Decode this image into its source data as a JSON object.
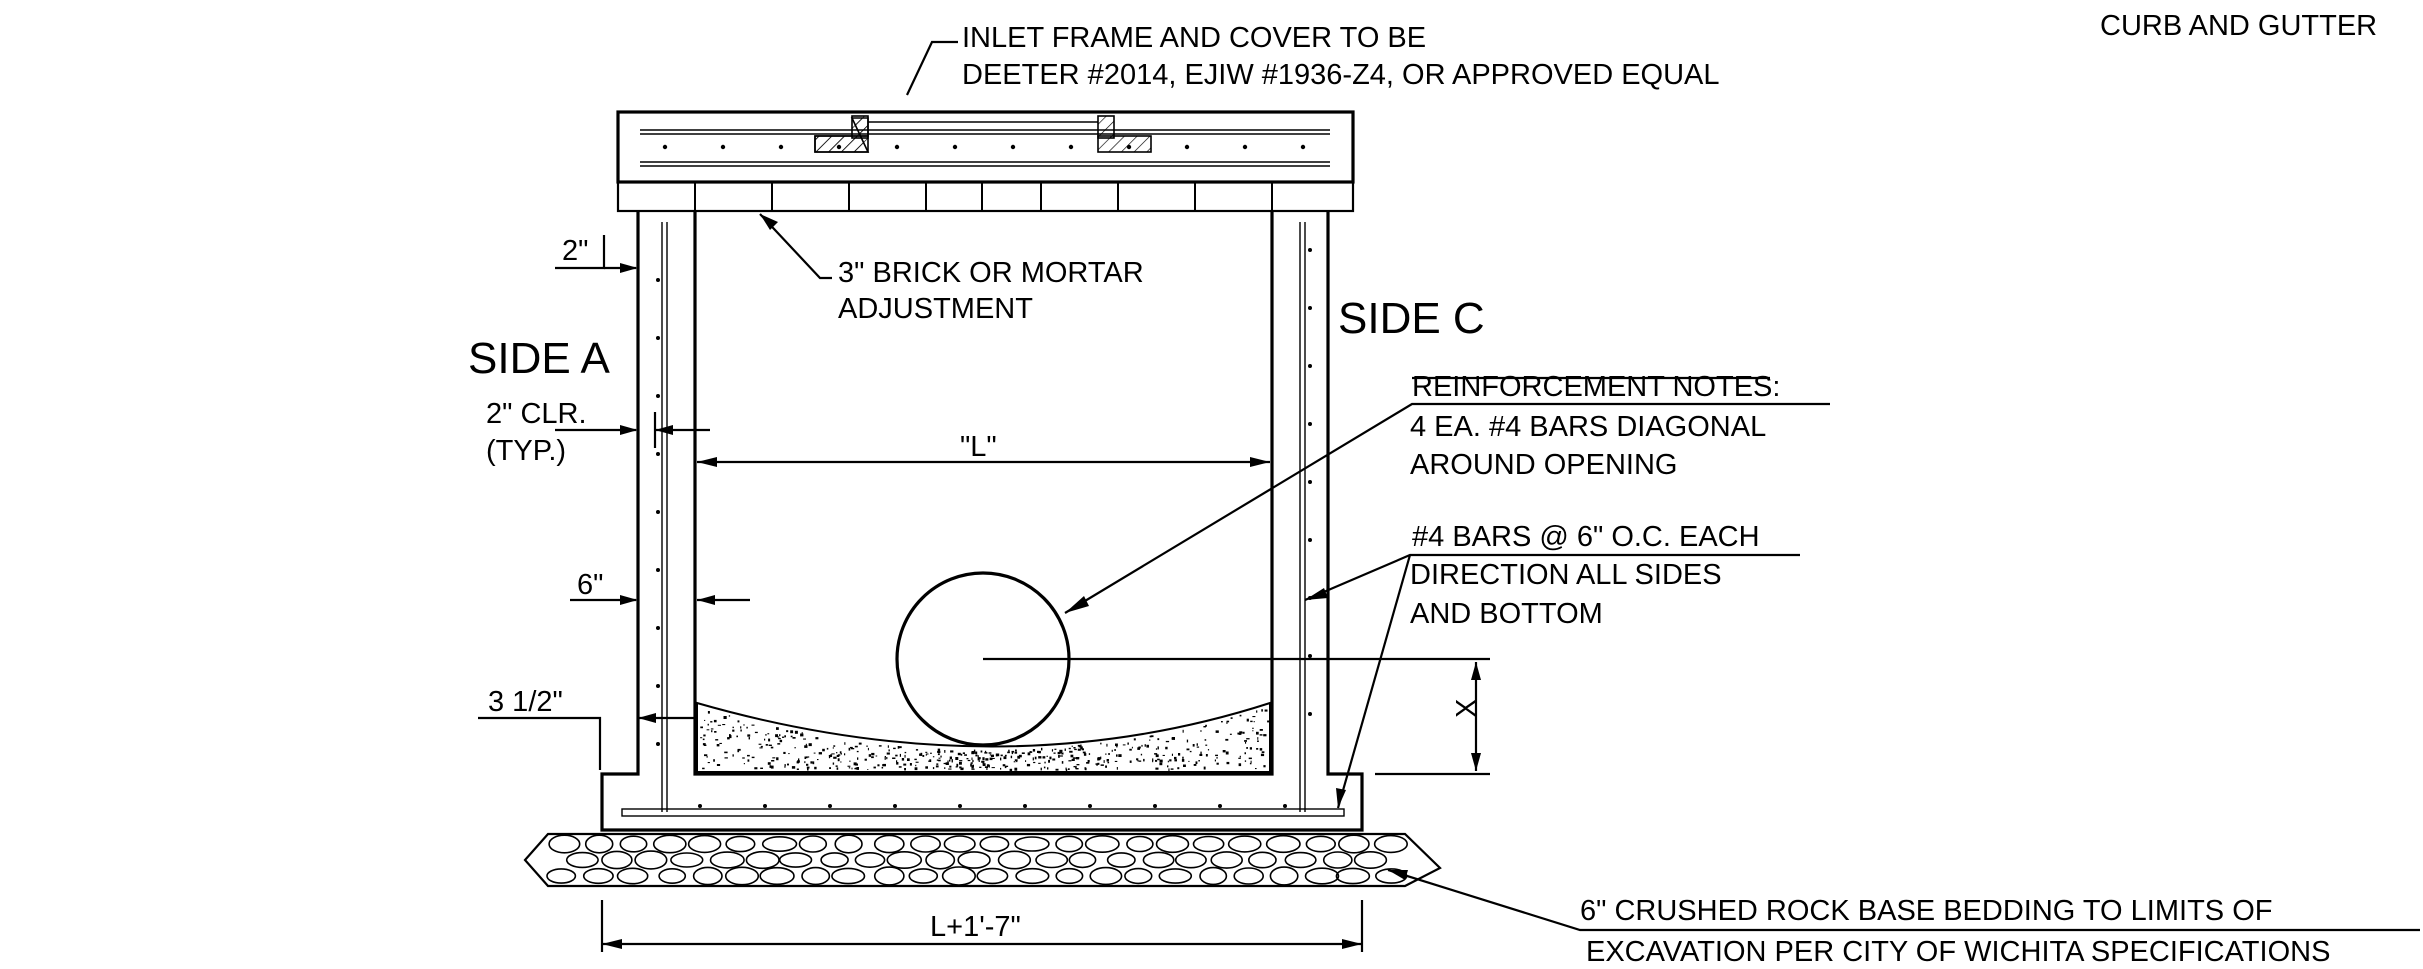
{
  "labels": {
    "curb_gutter": "CURB AND GUTTER",
    "inlet_frame_line1": "INLET FRAME AND COVER TO BE",
    "inlet_frame_line2": "DEETER #2014, EJIW #1936-Z4, OR APPROVED EQUAL",
    "brick_line1": "3\" BRICK OR MORTAR",
    "brick_line2": "ADJUSTMENT",
    "side_a": "SIDE A",
    "side_c": "SIDE C",
    "reinf_title": "REINFORCEMENT NOTES:",
    "reinf_line1": "4 EA. #4 BARS DIAGONAL",
    "reinf_line2": "AROUND OPENING",
    "bars_line1": "#4 BARS @ 6\" O.C. EACH",
    "bars_line2": "DIRECTION ALL SIDES",
    "bars_line3": "AND BOTTOM",
    "bedding_line1": "6\" CRUSHED ROCK BASE BEDDING TO LIMITS OF",
    "bedding_line2": "EXCAVATION PER CITY OF WICHITA SPECIFICATIONS"
  },
  "dimensions": {
    "top_wall": "2\"",
    "clear_cover_line1": "2\" CLR.",
    "clear_cover_line2": "(TYP.)",
    "wall_thickness": "6\"",
    "floor_thickness": "3 1/2\"",
    "inside_length": "\"L\"",
    "outside_length": "L+1'-7\"",
    "pipe_height": "X"
  }
}
